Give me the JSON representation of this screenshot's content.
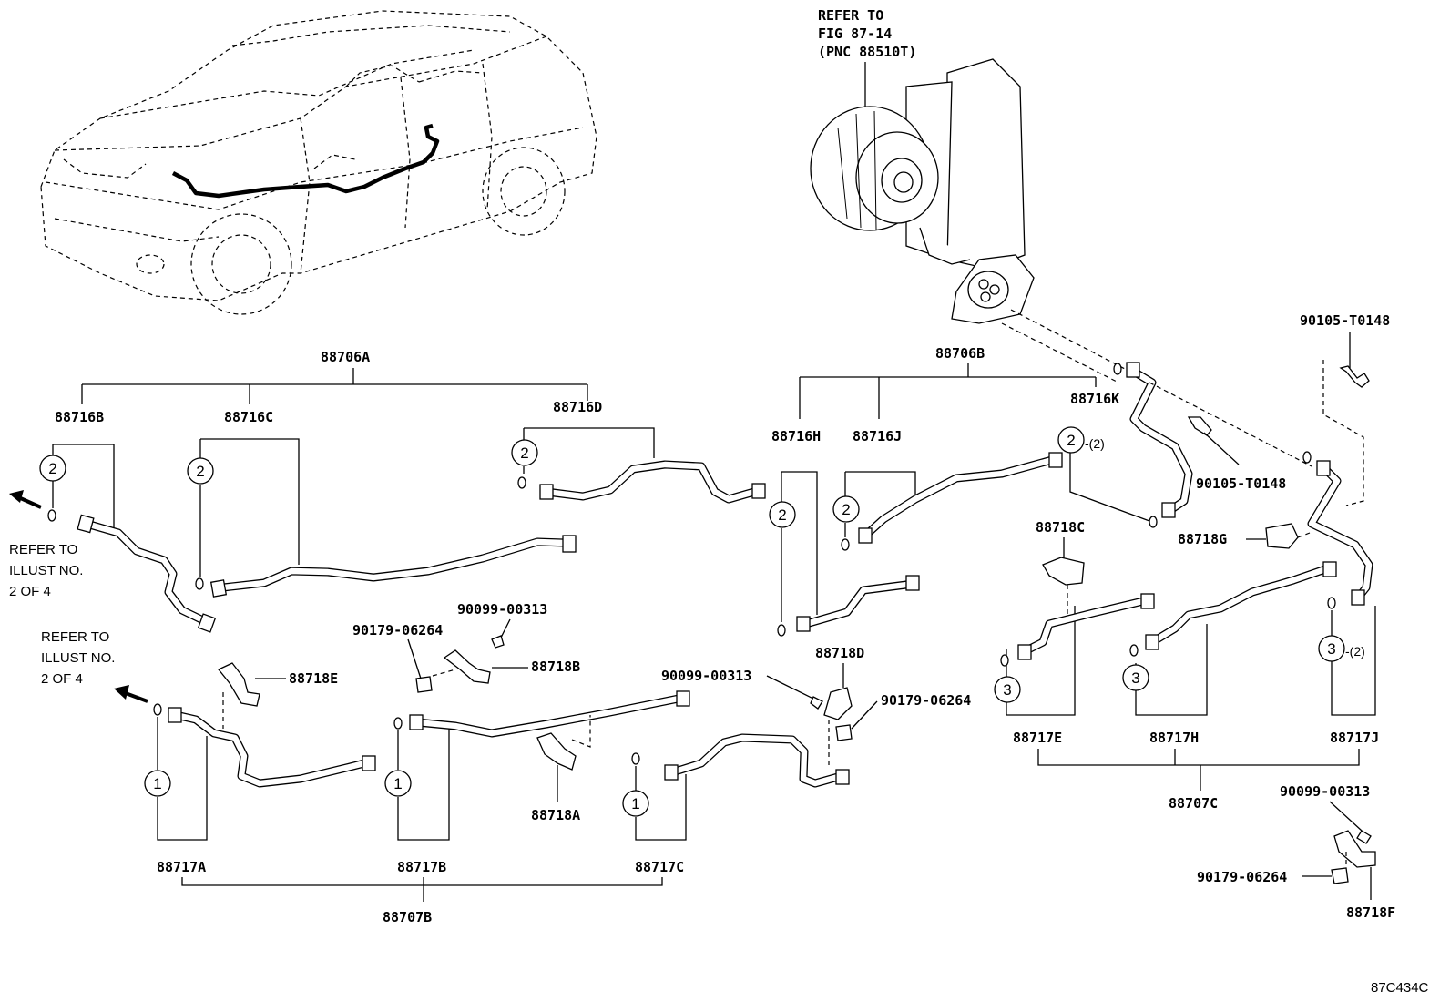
{
  "diagram": {
    "refer_fig": [
      "REFER TO",
      "FIG 87-14",
      "(PNC 88510T)"
    ],
    "refer_left_top": [
      "REFER TO",
      "ILLUST NO.",
      "2 OF 4"
    ],
    "refer_left_bottom": [
      "REFER TO",
      "ILLUST NO.",
      "2 OF 4"
    ],
    "figure_id": "87C434C",
    "labels": {
      "p88706A": "88706A",
      "p88706B": "88706B",
      "p88716B": "88716B",
      "p88716C": "88716C",
      "p88716D": "88716D",
      "p88716H": "88716H",
      "p88716J": "88716J",
      "p88716K": "88716K",
      "p88718C": "88718C",
      "p88718G": "88718G",
      "p90105a": "90105-T0148",
      "p90105b": "90105-T0148",
      "p90099a": "90099-00313",
      "p90179a": "90179-06264",
      "p88718B": "88718B",
      "p88718E": "88718E",
      "p90099b": "90099-00313",
      "p88718D": "88718D",
      "p90179b": "90179-06264",
      "p88718A": "88718A",
      "p88717A": "88717A",
      "p88717B": "88717B",
      "p88717C": "88717C",
      "p88707B": "88707B",
      "p88717E": "88717E",
      "p88717H": "88717H",
      "p88717J": "88717J",
      "p88707C": "88707C",
      "p90099c": "90099-00313",
      "p90179c": "90179-06264",
      "p88718F": "88718F"
    },
    "callouts": {
      "c1": "1",
      "c2": "2",
      "c3": "3",
      "qty2": "-(2)"
    }
  }
}
